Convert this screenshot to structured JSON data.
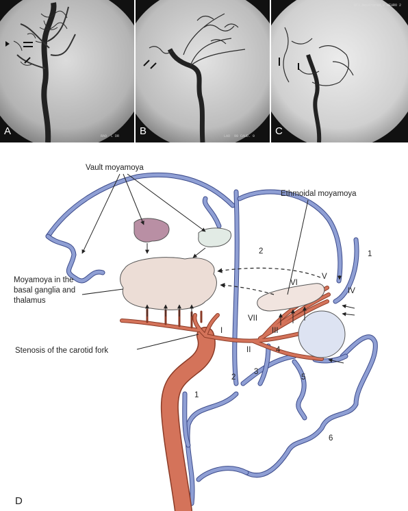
{
  "panels": [
    {
      "letter": "A",
      "meta": "",
      "foot": "RAO  L DR"
    },
    {
      "letter": "B",
      "meta": "",
      "foot": "LAO  90 CAUD. 0"
    },
    {
      "letter": "C",
      "meta": "HFI,Neutrored,2 NEURO 2",
      "foot": ""
    }
  ],
  "diagram": {
    "letter": "D",
    "labels": {
      "vault": "Vault moyamoya",
      "ethmoidal": "Ethmoidal moyamoya",
      "basal_line1": "Moyamoya in the",
      "basal_line2": "basal ganglia and",
      "basal_line3": "thalamus",
      "stenosis": "Stenosis of the carotid fork"
    },
    "numbers": [
      "1",
      "2",
      "1",
      "2",
      "3",
      "4",
      "5",
      "6"
    ],
    "romans": [
      "I",
      "II",
      "III",
      "IV",
      "V",
      "VI",
      "VII"
    ]
  },
  "colors": {
    "artery_venous": "#8f9fd4",
    "artery_venous_edge": "#3b4a8a",
    "artery_red": "#d4735a",
    "artery_red_edge": "#8a3a26",
    "vault_purple": "#b98fa4",
    "vault_green": "#e2ebe5",
    "basal_beige": "#ecddd6",
    "eye": "#dde3f2"
  }
}
